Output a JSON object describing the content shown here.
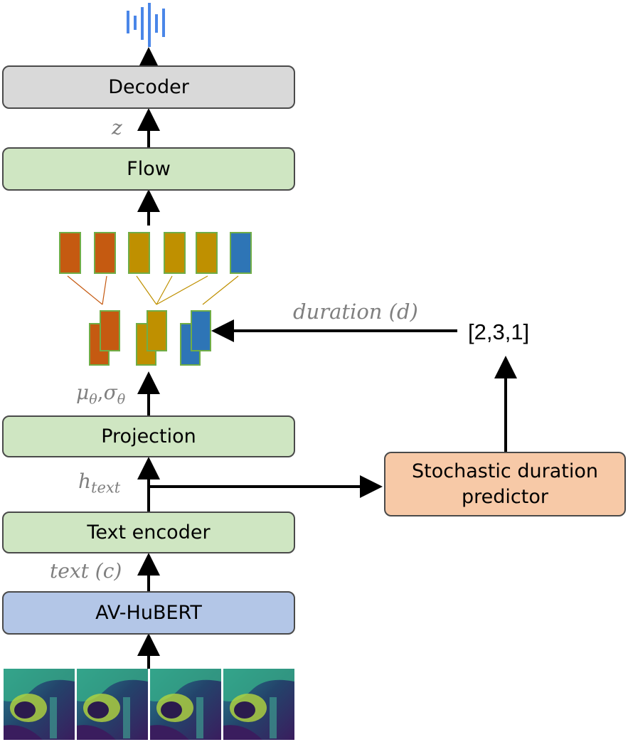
{
  "boxes": {
    "decoder": "Decoder",
    "flow": "Flow",
    "projection": "Projection",
    "text_encoder": "Text encoder",
    "av_hubert": "AV-HuBERT",
    "duration_predictor_line1": "Stochastic duration",
    "duration_predictor_line2": "predictor"
  },
  "labels": {
    "z": "z",
    "mu_sigma_mu": "μ",
    "mu_sigma_sub1": "θ",
    "mu_sigma_comma": ",",
    "mu_sigma_sigma": "σ",
    "mu_sigma_sub2": "θ",
    "h_base": "h",
    "h_sub": "text",
    "text_c": "text (c)",
    "duration_d": "duration (d)",
    "duration_value": "[2,3,1]"
  },
  "colors": {
    "orange_token": "#c55a11",
    "gold_token": "#bf9000",
    "blue_token": "#2e75b6",
    "token_border": "#70ad47",
    "waveform": "#4a86e8"
  },
  "icons": {
    "output": "audio-waveform-icon",
    "input": "mri-frames-image"
  }
}
